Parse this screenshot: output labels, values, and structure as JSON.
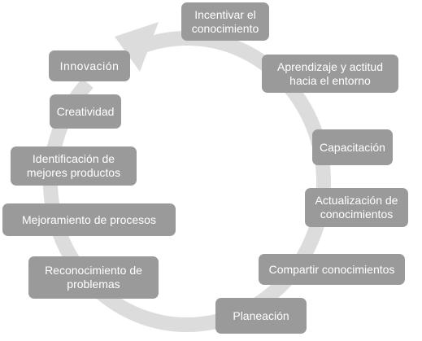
{
  "diagram": {
    "nodes": [
      {
        "label_line1": "Incentivar el",
        "label_line2": "conocimiento"
      },
      {
        "label_line1": "Aprendizaje y actitud",
        "label_line2": "hacia el entorno"
      },
      {
        "label_line1": "Capacitación",
        "label_line2": ""
      },
      {
        "label_line1": "Actualización de",
        "label_line2": "conocimientos"
      },
      {
        "label_line1": "Compartir conocimientos",
        "label_line2": ""
      },
      {
        "label_line1": "Planeación",
        "label_line2": ""
      },
      {
        "label_line1": "Reconocimiento de",
        "label_line2": "problemas"
      },
      {
        "label_line1": "Mejoramiento de procesos",
        "label_line2": ""
      },
      {
        "label_line1": "Identificación de",
        "label_line2": "mejores productos"
      },
      {
        "label_line1": "Creatividad",
        "label_line2": ""
      },
      {
        "label_line1": "Innovación",
        "label_line2": ""
      }
    ],
    "colors": {
      "node_fill": "#9a9a9a",
      "node_text": "#ffffff",
      "cycle_ring": "#dcdcdc"
    }
  }
}
